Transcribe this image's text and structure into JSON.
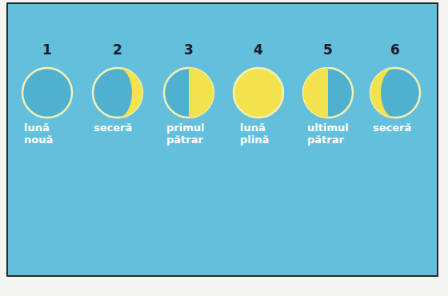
{
  "diagram": {
    "labels": [
      "1",
      "lună nouă",
      "2",
      "seceră",
      "3",
      "primul pătrar",
      "4",
      "lună plină",
      "5",
      "ultimul pătrar",
      "6",
      "seceră"
    ]
  }
}
